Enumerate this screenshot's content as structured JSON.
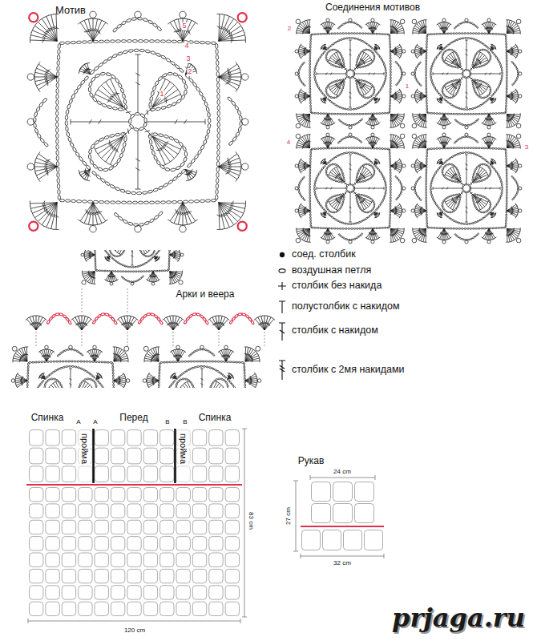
{
  "diagram": {
    "labels": [
      "Мотив",
      "1",
      "2",
      "3",
      "4",
      "5",
      "Соединения мотивов",
      "2",
      "1",
      "4",
      "3",
      "Арки и веера",
      "Спинка",
      "A",
      "A",
      "Перед",
      "B",
      "B",
      "Спинка",
      "пройма",
      "пройма",
      "83 cm",
      "120 cm",
      "Рукав",
      "24 cm",
      "27 cm",
      "32 cm",
      "prjaga.ru"
    ],
    "legend": [
      {
        "text": "соед. столбик"
      },
      {
        "text": "воздушная петля"
      },
      {
        "text": "столбик без накида"
      },
      {
        "text": "полустолбик с накидом"
      },
      {
        "text": "столбик с накидом"
      },
      {
        "text": "столбик с 2мя накидами"
      }
    ]
  }
}
